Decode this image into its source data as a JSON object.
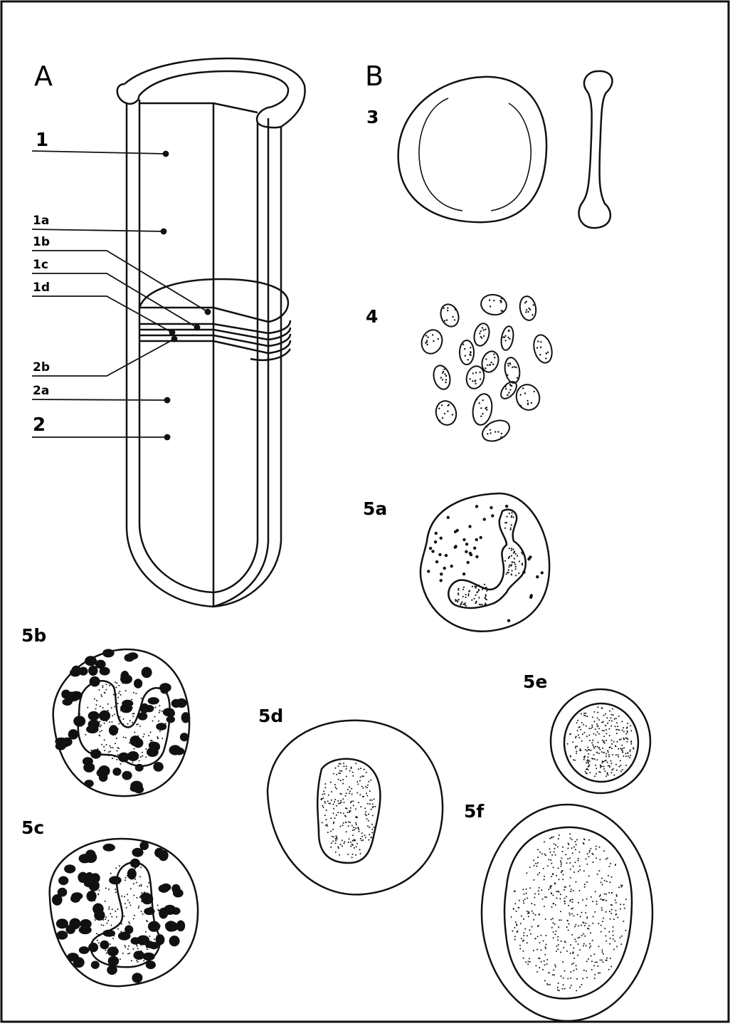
{
  "figure": {
    "panels": {
      "a": "A",
      "b": "B"
    },
    "tube_labels": {
      "l1": "1",
      "l1a": "1a",
      "l1b": "1b",
      "l1c": "1c",
      "l1d": "1d",
      "l2b": "2b",
      "l2a": "2a",
      "l2": "2"
    },
    "cell_labels": {
      "c3": "3",
      "c4": "4",
      "c5a": "5a",
      "c5b": "5b",
      "c5c": "5c",
      "c5d": "5d",
      "c5e": "5e",
      "c5f": "5f"
    },
    "colors": {
      "ink": "#111111",
      "paper": "#ffffff"
    }
  }
}
